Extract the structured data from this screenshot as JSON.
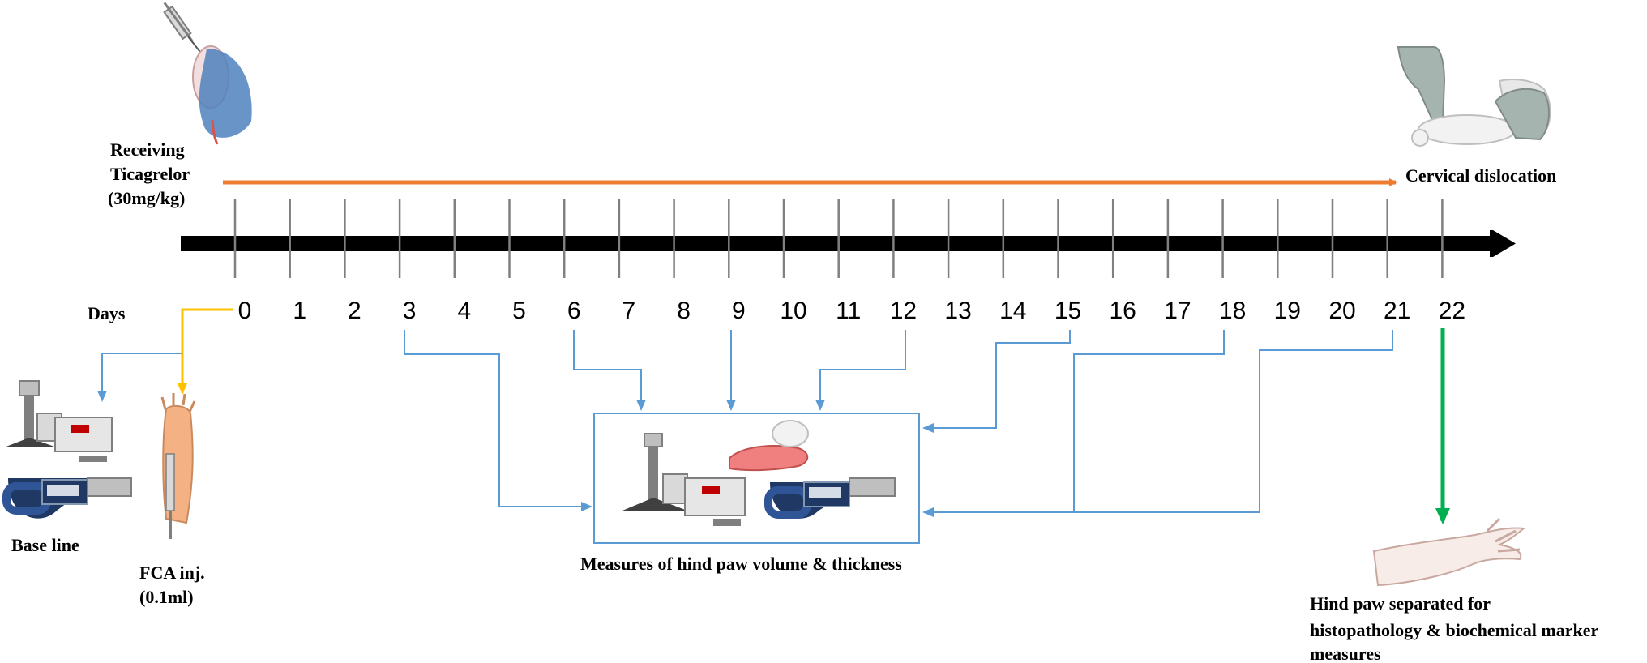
{
  "treatment": {
    "label_line1": "Receiving",
    "label_line2": "Ticagrelor",
    "label_line3": "(30mg/kg)"
  },
  "endpoint": {
    "label": "Cervical dislocation"
  },
  "timeline": {
    "axis_label": "Days",
    "days": [
      "0",
      "1",
      "2",
      "3",
      "4",
      "5",
      "6",
      "7",
      "8",
      "9",
      "10",
      "11",
      "12",
      "13",
      "14",
      "15",
      "16",
      "17",
      "18",
      "19",
      "20",
      "21",
      "22"
    ]
  },
  "baseline": {
    "label": "Base line"
  },
  "induction": {
    "label_line1": "FCA  inj.",
    "label_line2": "(0.1ml)"
  },
  "measurement": {
    "label": "Measures of hind  paw  volume  &  thickness",
    "days": [
      "3",
      "6",
      "9",
      "12",
      "15",
      "18",
      "21"
    ]
  },
  "harvest": {
    "label_line1": "Hind paw separated for",
    "label_line2": "histopathology & biochemical marker",
    "label_line3": "measures"
  },
  "colors": {
    "treatment_arrow": "#ED7D31",
    "timeline": "#000000",
    "tick": "#808080",
    "measure_arrows": "#5B9BD5",
    "fca_arrow": "#FFC000",
    "harvest_arrow": "#00B050"
  },
  "icons": [
    "syringe-injection-icon",
    "cervical-dislocation-icon",
    "plethysmometer-icon",
    "micrometer-icon",
    "rat-hind-paw-icon",
    "excised-paw-icon"
  ]
}
